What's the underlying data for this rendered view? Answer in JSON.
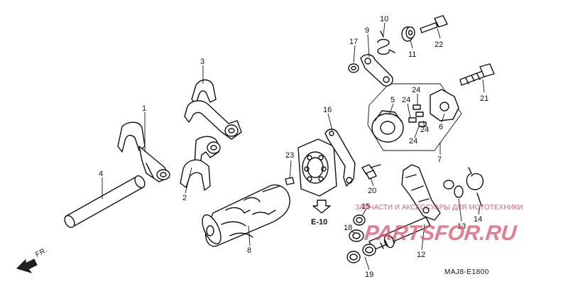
{
  "diagram": {
    "callouts": [
      "1",
      "2",
      "3",
      "4",
      "5",
      "6",
      "7",
      "8",
      "9",
      "10",
      "11",
      "12",
      "13",
      "14",
      "15",
      "16",
      "17",
      "18",
      "19",
      "20",
      "21",
      "22",
      "23",
      "24",
      "24",
      "24",
      "24"
    ],
    "reference": "E-10",
    "direction_label": "FR.",
    "figure_code": "MAJ8-E1800"
  },
  "watermark": {
    "line": "ЗАПЧАСТИ И АКСЕССУАРЫ ДЛЯ МОТОТЕХНИКИ",
    "logo": "PARTSFOR.RU"
  }
}
